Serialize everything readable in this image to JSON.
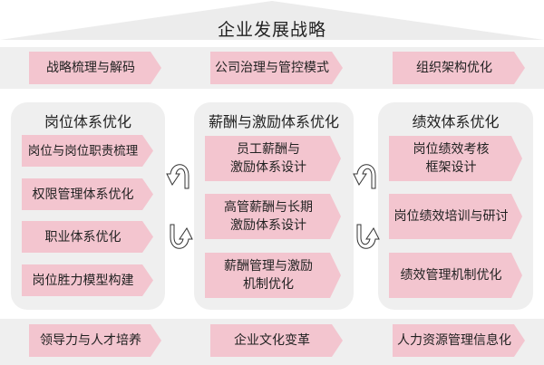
{
  "title": "企业发展战略",
  "top_band": {
    "items": [
      "战略梳理与解码",
      "公司治理与管控模式",
      "组织架构优化"
    ]
  },
  "panels": [
    {
      "title": "岗位体系优化",
      "items": [
        "岗位与岗位职责梳理",
        "权限管理体系优化",
        "职业体系优化",
        "岗位胜力模型构建"
      ]
    },
    {
      "title": "薪酬与激励体系优化",
      "items": [
        {
          "line1": "员工薪酬与",
          "line2": "激励体系设计"
        },
        {
          "line1": "高管薪酬与长期",
          "line2": "激励体系设计"
        },
        {
          "line1": "薪酬管理与激励",
          "line2": "机制优化"
        }
      ]
    },
    {
      "title": "绩效体系优化",
      "items": [
        {
          "line1": "岗位绩效考核",
          "line2": "框架设计"
        },
        {
          "line1": "岗位绩效培训与研讨",
          "line2": ""
        },
        {
          "line1": "绩效管理机制优化",
          "line2": ""
        }
      ]
    }
  ],
  "bottom_band": {
    "items": [
      "领导力与人才培养",
      "企业文化变革",
      "人力资源管理信息化"
    ]
  },
  "colors": {
    "chevron": "#f3c5cf",
    "panel": "#efefef",
    "roof": "#ececec"
  },
  "icons": [
    "cycle-arrows-icon"
  ]
}
